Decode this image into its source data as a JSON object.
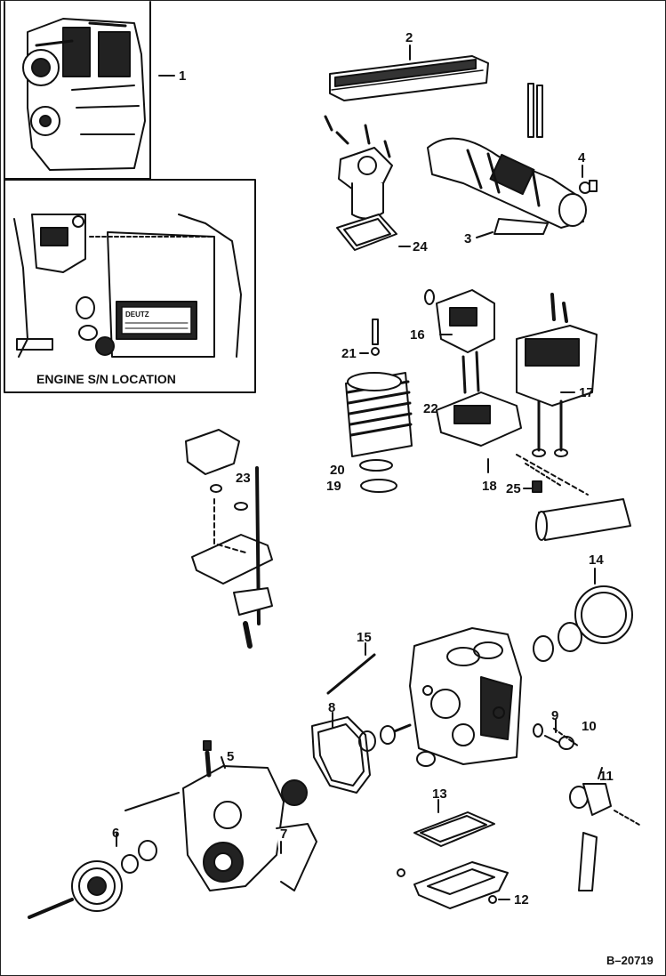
{
  "inset": {
    "caption": "ENGINE S/N LOCATION"
  },
  "reference": "B–20719",
  "callouts": {
    "c1": "1",
    "c2": "2",
    "c3": "3",
    "c4": "4",
    "c5": "5",
    "c6": "6",
    "c7": "7",
    "c8": "8",
    "c9": "9",
    "c10": "10",
    "c11": "11",
    "c12": "12",
    "c13": "13",
    "c14": "14",
    "c15": "15",
    "c16": "16",
    "c17": "17",
    "c18": "18",
    "c19": "19",
    "c20": "20",
    "c21": "21",
    "c22": "22",
    "c23": "23",
    "c24": "24",
    "c25": "25"
  },
  "colors": {
    "ink": "#111111",
    "paper": "#ffffff"
  }
}
